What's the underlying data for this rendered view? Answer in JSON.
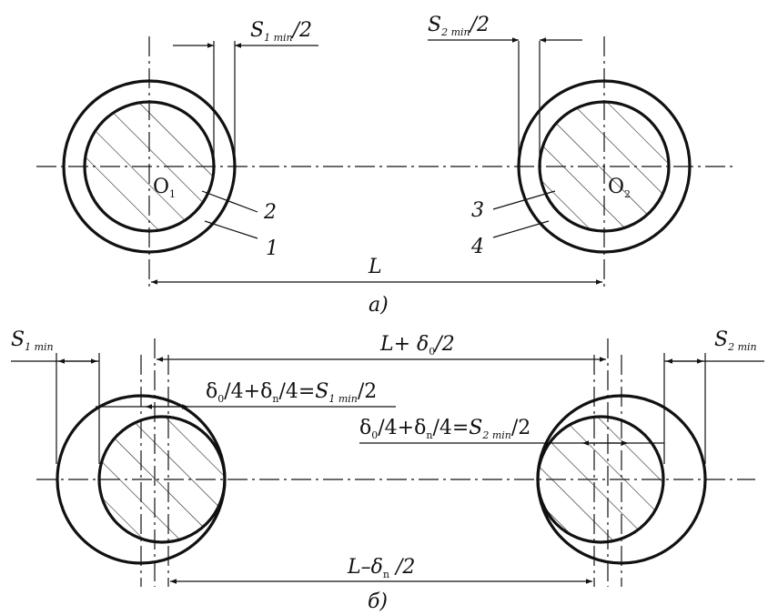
{
  "diagram_a": {
    "caption": "а)",
    "clearance_left": {
      "S": "S",
      "sub": "1 min",
      "suffix": "/2"
    },
    "clearance_right": {
      "S": "S",
      "sub": "2 min",
      "suffix": "/2"
    },
    "center_left": {
      "letter": "O",
      "sub": "1"
    },
    "center_right": {
      "letter": "O",
      "sub": "2"
    },
    "callouts": [
      "2",
      "1",
      "3",
      "4"
    ],
    "distance": "L"
  },
  "diagram_b": {
    "caption": "б)",
    "clearance_left": {
      "S": "S",
      "sub": "1 min"
    },
    "clearance_right": {
      "S": "S",
      "sub": "2 min"
    },
    "top_dim": {
      "p1": "L+ δ",
      "sub": "0",
      "p2": "/2"
    },
    "bottom_dim": {
      "p1": "L–δ",
      "sub": "n",
      "p2": " /2"
    },
    "eq_left": {
      "a": "δ",
      "a_sub": "0",
      "b": "/4+δ",
      "b_sub": "n",
      "c": "/4=",
      "S": "S",
      "S_sub": "1 min",
      "d": "/2"
    },
    "eq_right": {
      "a": "δ",
      "a_sub": "0",
      "b": "/4+δ",
      "b_sub": "n",
      "c": "/4=",
      "S": "S",
      "S_sub": "2 min",
      "d": "/2"
    }
  }
}
